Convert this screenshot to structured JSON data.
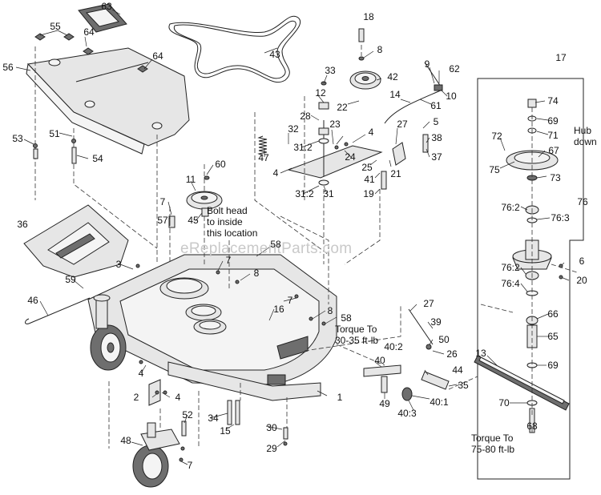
{
  "watermark": "eReplacementParts.com",
  "notes": {
    "bolt_head": "Bolt head\nto inside\nthis location",
    "torque_1": "Torque To\n30-35 ft-lb",
    "torque_2": "Torque To\n75-80 ft-lb",
    "hub_down": "Hub\ndown"
  },
  "callouts": [
    "63",
    "55",
    "64",
    "64",
    "56",
    "43",
    "18",
    "8",
    "33",
    "42",
    "9",
    "62",
    "12",
    "14",
    "10",
    "22",
    "61",
    "28",
    "5",
    "27",
    "23",
    "32",
    "4",
    "38",
    "31:2",
    "24",
    "37",
    "47",
    "25",
    "21",
    "4",
    "41",
    "19",
    "31:2",
    "31",
    "60",
    "11",
    "7",
    "45",
    "57",
    "58",
    "36",
    "7",
    "3",
    "8",
    "59",
    "46",
    "7",
    "16",
    "8",
    "58",
    "27",
    "39",
    "50",
    "26",
    "40:2",
    "40",
    "44",
    "35",
    "40:1",
    "4",
    "2",
    "4",
    "1",
    "52",
    "34",
    "15",
    "30",
    "29",
    "48",
    "7",
    "49",
    "40:3",
    "17",
    "74",
    "69",
    "71",
    "72",
    "67",
    "75",
    "73",
    "76",
    "76:2",
    "76:3",
    "6",
    "20",
    "76:2",
    "76:4",
    "66",
    "65",
    "13",
    "69",
    "70",
    "68",
    "51",
    "53",
    "54"
  ]
}
